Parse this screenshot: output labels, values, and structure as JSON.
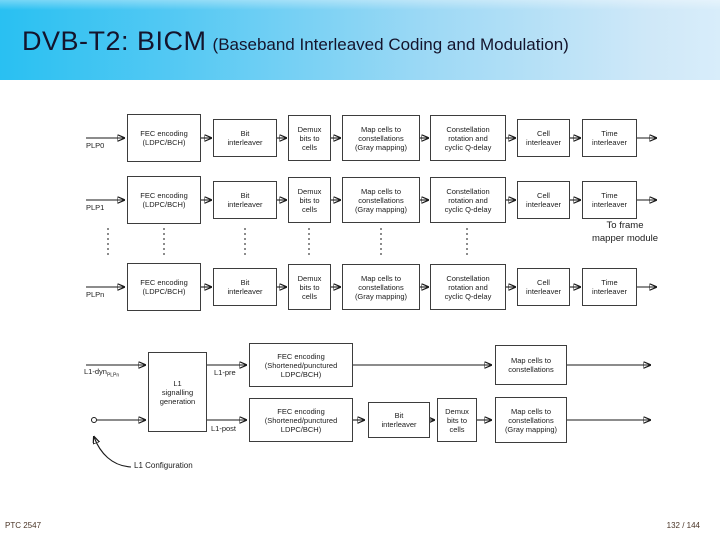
{
  "header": {
    "title_main": "DVB-T2: BICM",
    "title_sub": "(Baseband Interleaved Coding and Modulation)"
  },
  "footer": {
    "left": "PTC 2547",
    "right": "132 / 144"
  },
  "diagram": {
    "plp_inputs": [
      "PLP0",
      "PLP1",
      "PLPn"
    ],
    "chain_blocks": [
      {
        "name": "fec-encoding-box",
        "lines": [
          "FEC encoding",
          "(LDPC/BCH)"
        ]
      },
      {
        "name": "bit-interleaver-box",
        "lines": [
          "Bit",
          "interleaver"
        ]
      },
      {
        "name": "demux-bits-to-cells-box",
        "lines": [
          "Demux",
          "bits to",
          "cells"
        ]
      },
      {
        "name": "map-cells-box",
        "lines": [
          "Map cells to",
          "constellations",
          "(Gray mapping)"
        ]
      },
      {
        "name": "constellation-rotation-box",
        "lines": [
          "Constellation",
          "rotation and",
          "cyclic Q-delay"
        ]
      },
      {
        "name": "cell-interleaver-box",
        "lines": [
          "Cell",
          "interleaver"
        ]
      },
      {
        "name": "time-interleaver-box",
        "lines": [
          "Time",
          "interleaver"
        ]
      }
    ],
    "to_frame": [
      "To frame",
      "mapper module"
    ],
    "l1": {
      "input_dyn": "L1-dyn",
      "input_dyn_sub": "PLPn",
      "gen_box": [
        "L1",
        "signalling",
        "generation"
      ],
      "pre_label": "L1-pre",
      "post_label": "L1-post",
      "fec_pre_box": [
        "FEC encoding",
        "(Shortened/punctured",
        "LDPC/BCH)"
      ],
      "fec_post_box": [
        "FEC encoding",
        "(Shortened/punctured",
        "LDPC/BCH)"
      ],
      "bit_interleaver_box": [
        "Bit",
        "interleaver"
      ],
      "demux_box": [
        "Demux",
        "bits to",
        "cells"
      ],
      "map_pre_box": [
        "Map cells to",
        "constellations"
      ],
      "map_post_box": [
        "Map cells to",
        "constellations",
        "(Gray mapping)"
      ],
      "config_label": "L1 Configuration"
    }
  }
}
